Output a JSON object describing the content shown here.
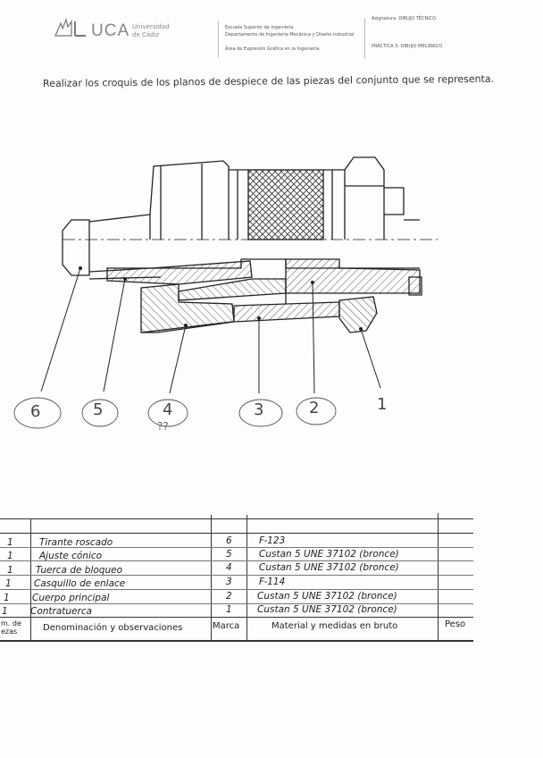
{
  "header": {
    "logo_text": "UCA",
    "university_line1": "Universidad",
    "university_line2": "de Cádiz",
    "school_line1": "Escuela Superior de Ingeniería",
    "school_line2": "Departamento de Ingeniería Mecánica y Diseño Industrial",
    "school_line3": "Área de Expresión Gráfica en la Ingeniería",
    "subject": "Asignatura: DIBUJO TÉCNICO",
    "practice": "PRÁCTICA 3: DIBUJO MECÁNICO"
  },
  "instruction": "Realizar los croquis de los planos de despiece de las piezas del conjunto que se representa.",
  "callouts": [
    "6",
    "5",
    "4",
    "3",
    "2",
    "1"
  ],
  "callout_note": "??",
  "parts_table": {
    "rows": [
      {
        "qty": "1",
        "name": "Tirante roscado",
        "mark": "6",
        "material": "F-123"
      },
      {
        "qty": "1",
        "name": "Ajuste cónico",
        "mark": "5",
        "material": "Custan 5 UNE 37102 (bronce)"
      },
      {
        "qty": "1",
        "name": "Tuerca de bloqueo",
        "mark": "4",
        "material": "Custan 5 UNE 37102 (bronce)"
      },
      {
        "qty": "1",
        "name": "Casquillo de enlace",
        "mark": "3",
        "material": "F-114"
      },
      {
        "qty": "1",
        "name": "Cuerpo principal",
        "mark": "2",
        "material": "Custan 5 UNE 37102 (bronce)"
      },
      {
        "qty": "1",
        "name": "Contratuerca",
        "mark": "1",
        "material": "Custan 5 UNE 37102 (bronce)"
      }
    ],
    "headers": {
      "qty_line1": "m. de",
      "qty_line2": "ezas",
      "name": "Denominación y observaciones",
      "mark": "Marca",
      "material": "Material y medidas en bruto",
      "weight": "Peso"
    }
  }
}
